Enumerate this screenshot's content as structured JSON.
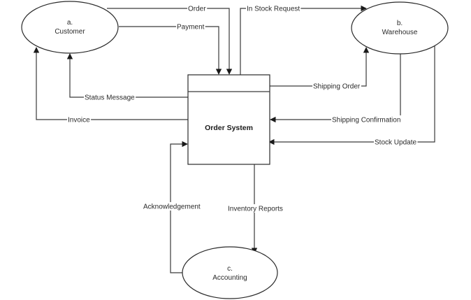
{
  "diagram": {
    "type": "data-flow-diagram",
    "process": {
      "name": "Order System"
    },
    "entities": [
      {
        "id": "a",
        "prefix": "a.",
        "name": "Customer"
      },
      {
        "id": "b",
        "prefix": "b.",
        "name": "Warehouse"
      },
      {
        "id": "c",
        "prefix": "c.",
        "name": "Accounting"
      }
    ],
    "flows": [
      {
        "id": "order",
        "label": "Order",
        "from": "Customer",
        "to": "Order System"
      },
      {
        "id": "payment",
        "label": "Payment",
        "from": "Customer",
        "to": "Order System"
      },
      {
        "id": "in-stock-request",
        "label": "In Stock Request",
        "from": "Order System",
        "to": "Warehouse"
      },
      {
        "id": "status-message",
        "label": "Status Message",
        "from": "Order System",
        "to": "Customer"
      },
      {
        "id": "invoice",
        "label": "Invoice",
        "from": "Order System",
        "to": "Customer"
      },
      {
        "id": "shipping-order",
        "label": "Shipping Order",
        "from": "Order System",
        "to": "Warehouse"
      },
      {
        "id": "shipping-confirmation",
        "label": "Shipping Confirmation",
        "from": "Warehouse",
        "to": "Order System"
      },
      {
        "id": "stock-update",
        "label": "Stock Update",
        "from": "Warehouse",
        "to": "Order System"
      },
      {
        "id": "acknowledgement",
        "label": "Acknowledgement",
        "from": "Accounting",
        "to": "Order System"
      },
      {
        "id": "inventory-reports",
        "label": "Inventory Reports",
        "from": "Order System",
        "to": "Accounting"
      }
    ]
  }
}
